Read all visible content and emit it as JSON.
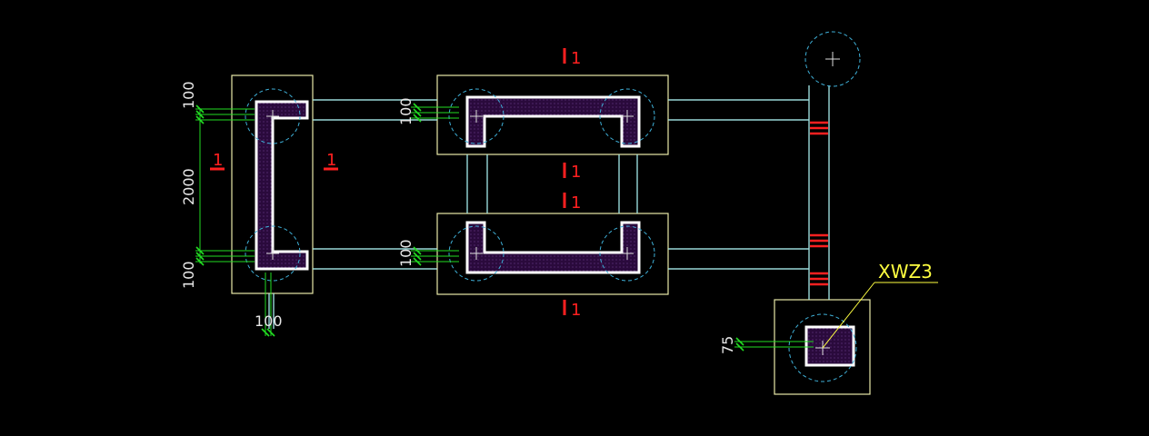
{
  "colors": {
    "background": "#000000",
    "outline": "#e8e8a8",
    "beam": "#9ee0e0",
    "circle": "#3fb0d8",
    "wall": "#ffffff",
    "hatch": "#2a0a3c",
    "dimension": "#22dd22",
    "dimension_text": "#e6e6e6",
    "section_mark": "#ff2020",
    "label": "#ffff40"
  },
  "dimensions": {
    "left_top": "100",
    "left_span": "2000",
    "left_bottom": "100",
    "bottom_width": "100",
    "mid_top": "100",
    "mid_bottom": "100",
    "column": "75"
  },
  "section_marks": {
    "left_a": "1",
    "left_b": "1",
    "upper_top": "1",
    "upper_bottom": "1",
    "lower_top": "1",
    "lower_bottom": "1"
  },
  "labels": {
    "column_tag": "XWZ3"
  }
}
